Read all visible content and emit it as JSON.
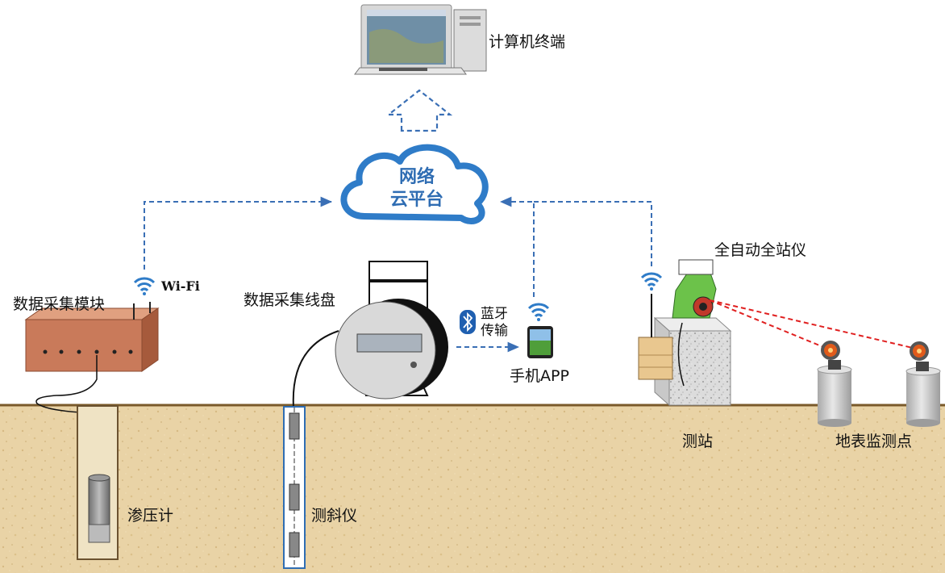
{
  "labels": {
    "computer_terminal": "计算机终端",
    "cloud_line1": "网络",
    "cloud_line2": "云平台",
    "data_module": "数据采集模块",
    "wifi": "Wi-Fi",
    "cable_reel": "数据采集线盘",
    "bluetooth_line1": "蓝牙",
    "bluetooth_line2": "传输",
    "phone_app": "手机APP",
    "total_station": "全自动全站仪",
    "station": "测站",
    "surface_points": "地表监测点",
    "piezometer": "渗压计",
    "inclinometer": "测斜仪"
  },
  "colors": {
    "link_blue": "#3a6fb5",
    "cloud_text": "#2f6db3",
    "laser_red": "#e02020",
    "ground_line": "#7a5a2a",
    "soil": "#e6cfa0",
    "module_box": "#c97a5a"
  },
  "icons": [
    "desktop-computer-icon",
    "cloud-icon",
    "wifi-icon",
    "bluetooth-icon",
    "smartphone-icon",
    "prism-icon"
  ]
}
